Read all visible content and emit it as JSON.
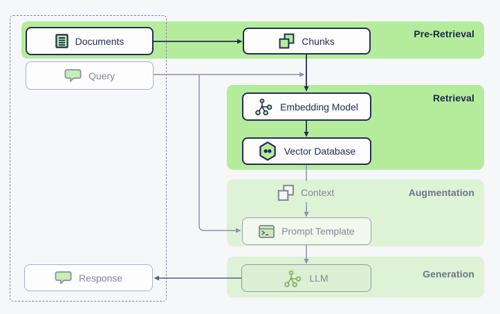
{
  "stages": [
    {
      "id": "pre-retrieval",
      "label": "Pre-Retrieval",
      "tone": "bright"
    },
    {
      "id": "retrieval",
      "label": "Retrieval",
      "tone": "bright"
    },
    {
      "id": "augmentation",
      "label": "Augmentation",
      "tone": "light"
    },
    {
      "id": "generation",
      "label": "Generation",
      "tone": "light"
    }
  ],
  "nodes": {
    "documents": {
      "label": "Documents",
      "icon": "document-lines-icon"
    },
    "query": {
      "label": "Query",
      "icon": "speech-bubble-icon"
    },
    "chunks": {
      "label": "Chunks",
      "icon": "overlapping-squares-icon"
    },
    "embedding_model": {
      "label": "Embedding Model",
      "icon": "network-nodes-icon"
    },
    "vector_database": {
      "label": "Vector Database",
      "icon": "hexagon-vector-icon"
    },
    "context": {
      "label": "Context",
      "icon": "overlapping-squares-outline-icon"
    },
    "prompt_template": {
      "label": "Prompt Template",
      "icon": "terminal-window-icon"
    },
    "llm": {
      "label": "LLM",
      "icon": "network-nodes-icon"
    },
    "response": {
      "label": "Response",
      "icon": "speech-bubble-icon"
    }
  },
  "edges": [
    {
      "from": "documents",
      "to": "chunks"
    },
    {
      "from": "query",
      "to": "embedding_model"
    },
    {
      "from": "query",
      "to": "prompt_template"
    },
    {
      "from": "chunks",
      "to": "embedding_model"
    },
    {
      "from": "embedding_model",
      "to": "vector_database"
    },
    {
      "from": "vector_database",
      "to": "context"
    },
    {
      "from": "context",
      "to": "prompt_template"
    },
    {
      "from": "prompt_template",
      "to": "llm"
    },
    {
      "from": "llm",
      "to": "response"
    }
  ],
  "colors": {
    "stage_bright": "#b4ec9c",
    "stage_light": "#def2d6",
    "navy": "#232c51",
    "muted_text": "#818699",
    "connector_gray": "#8b90ab",
    "background": "#f6f7f9"
  }
}
